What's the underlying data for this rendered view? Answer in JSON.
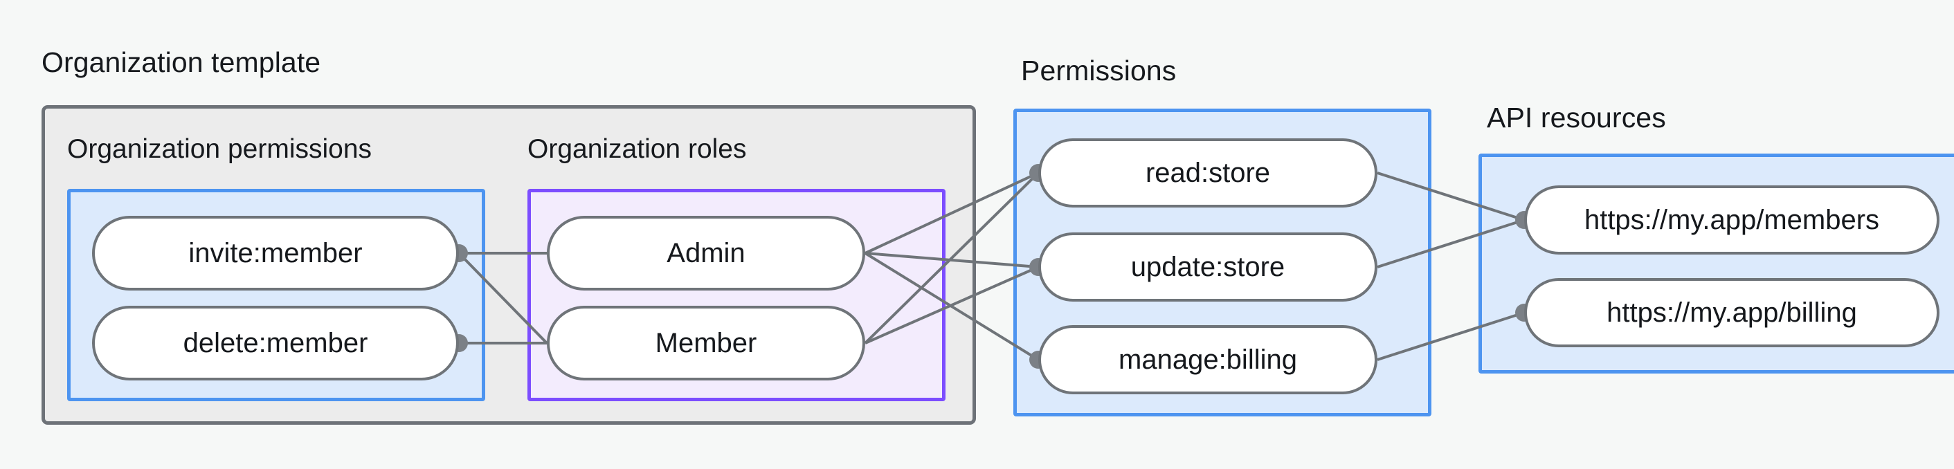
{
  "diagram": {
    "title": "Organization template",
    "background_color": "#f6f8f7",
    "groups": [
      {
        "id": "organization-template",
        "label": "Organization template",
        "border_color": "#6d7278",
        "fill_color": "#ececec"
      },
      {
        "id": "organization-permissions",
        "label": "Organization permissions",
        "border_color": "#4d94f0",
        "fill_color": "#dceafc"
      },
      {
        "id": "organization-roles",
        "label": "Organization roles",
        "border_color": "#7c4dff",
        "fill_color": "#f3ecfd"
      },
      {
        "id": "permissions",
        "label": "Permissions",
        "border_color": "#4d94f0",
        "fill_color": "#dceafc"
      },
      {
        "id": "api-resources",
        "label": "API resources",
        "border_color": "#4d94f0",
        "fill_color": "#dceafc"
      }
    ],
    "nodes": {
      "organization_permissions": [
        {
          "id": "invite-member",
          "label": "invite:member"
        },
        {
          "id": "delete-member",
          "label": "delete:member"
        }
      ],
      "organization_roles": [
        {
          "id": "admin",
          "label": "Admin"
        },
        {
          "id": "member",
          "label": "Member"
        }
      ],
      "permissions": [
        {
          "id": "read-store",
          "label": "read:store"
        },
        {
          "id": "update-store",
          "label": "update:store"
        },
        {
          "id": "manage-billing",
          "label": "manage:billing"
        }
      ],
      "api_resources": [
        {
          "id": "members-url",
          "label": "https://my.app/members"
        },
        {
          "id": "billing-url",
          "label": "https://my.app/billing"
        }
      ]
    },
    "edges": [
      {
        "from": "invite-member",
        "to": "admin"
      },
      {
        "from": "invite-member",
        "to": "member"
      },
      {
        "from": "delete-member",
        "to": "member"
      },
      {
        "from": "admin",
        "to": "read-store"
      },
      {
        "from": "admin",
        "to": "update-store"
      },
      {
        "from": "admin",
        "to": "manage-billing"
      },
      {
        "from": "member",
        "to": "read-store"
      },
      {
        "from": "member",
        "to": "update-store"
      },
      {
        "from": "read-store",
        "to": "members-url"
      },
      {
        "from": "update-store",
        "to": "members-url"
      },
      {
        "from": "manage-billing",
        "to": "billing-url"
      }
    ],
    "edge_color": "#6f7479",
    "connector_dot_color": "#7b8086"
  }
}
